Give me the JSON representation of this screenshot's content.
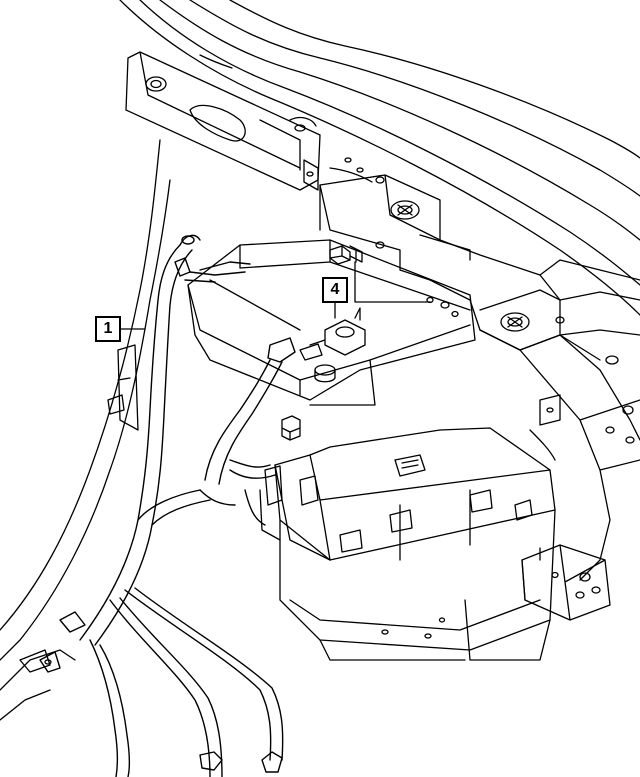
{
  "callouts": [
    {
      "id": "1",
      "label": "1"
    },
    {
      "id": "4",
      "label": "4"
    }
  ],
  "colors": {
    "line": "#000000",
    "background": "#ffffff"
  }
}
